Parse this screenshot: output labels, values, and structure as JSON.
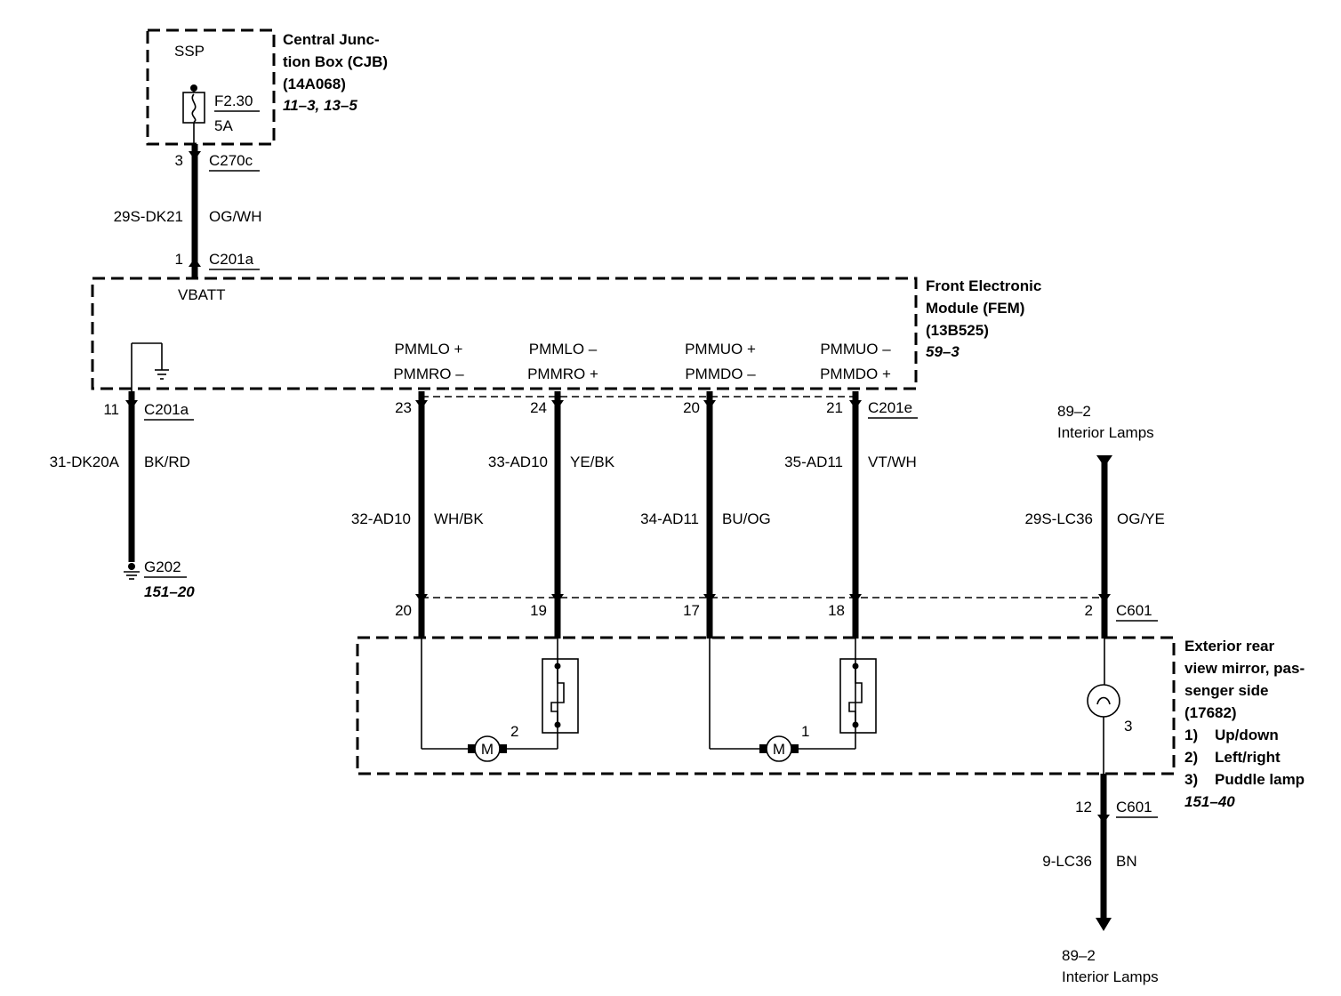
{
  "cjb": {
    "ssp": "SSP",
    "fuse_id": "F2.30",
    "fuse_rating": "5A",
    "title_1": "Central Junc-",
    "title_2": "tion Box (CJB)",
    "part": "(14A068)",
    "ref": "11–3, 13–5"
  },
  "c270c": {
    "pin": "3",
    "name": "C270c"
  },
  "feed_wire": {
    "circuit": "29S-DK21",
    "color": "OG/WH"
  },
  "c201a_top": {
    "pin": "1",
    "name": "C201a"
  },
  "fem": {
    "vbatt": "VBATT",
    "title_1": "Front Electronic",
    "title_2": "Module (FEM)",
    "part": "(13B525)",
    "ref": "59–3",
    "sig1_a": "PMMLO +",
    "sig1_b": "PMMRO –",
    "sig2_a": "PMMLO –",
    "sig2_b": "PMMRO +",
    "sig3_a": "PMMUO +",
    "sig3_b": "PMMDO –",
    "sig4_a": "PMMUO –",
    "sig4_b": "PMMDO +"
  },
  "ground": {
    "pin": "11",
    "connector": "C201a",
    "circuit": "31-DK20A",
    "color": "BK/RD",
    "name": "G202",
    "ref": "151–20"
  },
  "c201e": {
    "pin_a": "23",
    "pin_b": "24",
    "pin_c": "20",
    "pin_d": "21",
    "name": "C201e"
  },
  "wires": [
    {
      "circuit": "32-AD10",
      "color": "WH/BK"
    },
    {
      "circuit": "33-AD10",
      "color": "YE/BK"
    },
    {
      "circuit": "34-AD11",
      "color": "BU/OG"
    },
    {
      "circuit": "35-AD11",
      "color": "VT/WH"
    }
  ],
  "interior_top": {
    "ref": "89–2",
    "label": "Interior Lamps"
  },
  "lamp_wire": {
    "circuit": "29S-LC36",
    "color": "OG/YE"
  },
  "c601_top": {
    "pin_a": "20",
    "pin_b": "19",
    "pin_c": "17",
    "pin_d": "18",
    "pin_e": "2",
    "name": "C601"
  },
  "mirror": {
    "line1": "Exterior rear",
    "line2": "view mirror, pas-",
    "line3": "senger side",
    "part": "(17682)",
    "item1_num": "1)",
    "item1": "Up/down",
    "item2_num": "2)",
    "item2": "Left/right",
    "item3_num": "3)",
    "item3": "Puddle lamp",
    "ref": "151–40",
    "motor1_num": "1",
    "motor2_num": "2",
    "lamp_num": "3",
    "motor_letter": "M"
  },
  "c601_bottom": {
    "pin": "12",
    "name": "C601"
  },
  "bottom_wire": {
    "circuit": "9-LC36",
    "color": "BN"
  },
  "interior_bottom": {
    "ref": "89–2",
    "label": "Interior Lamps"
  }
}
